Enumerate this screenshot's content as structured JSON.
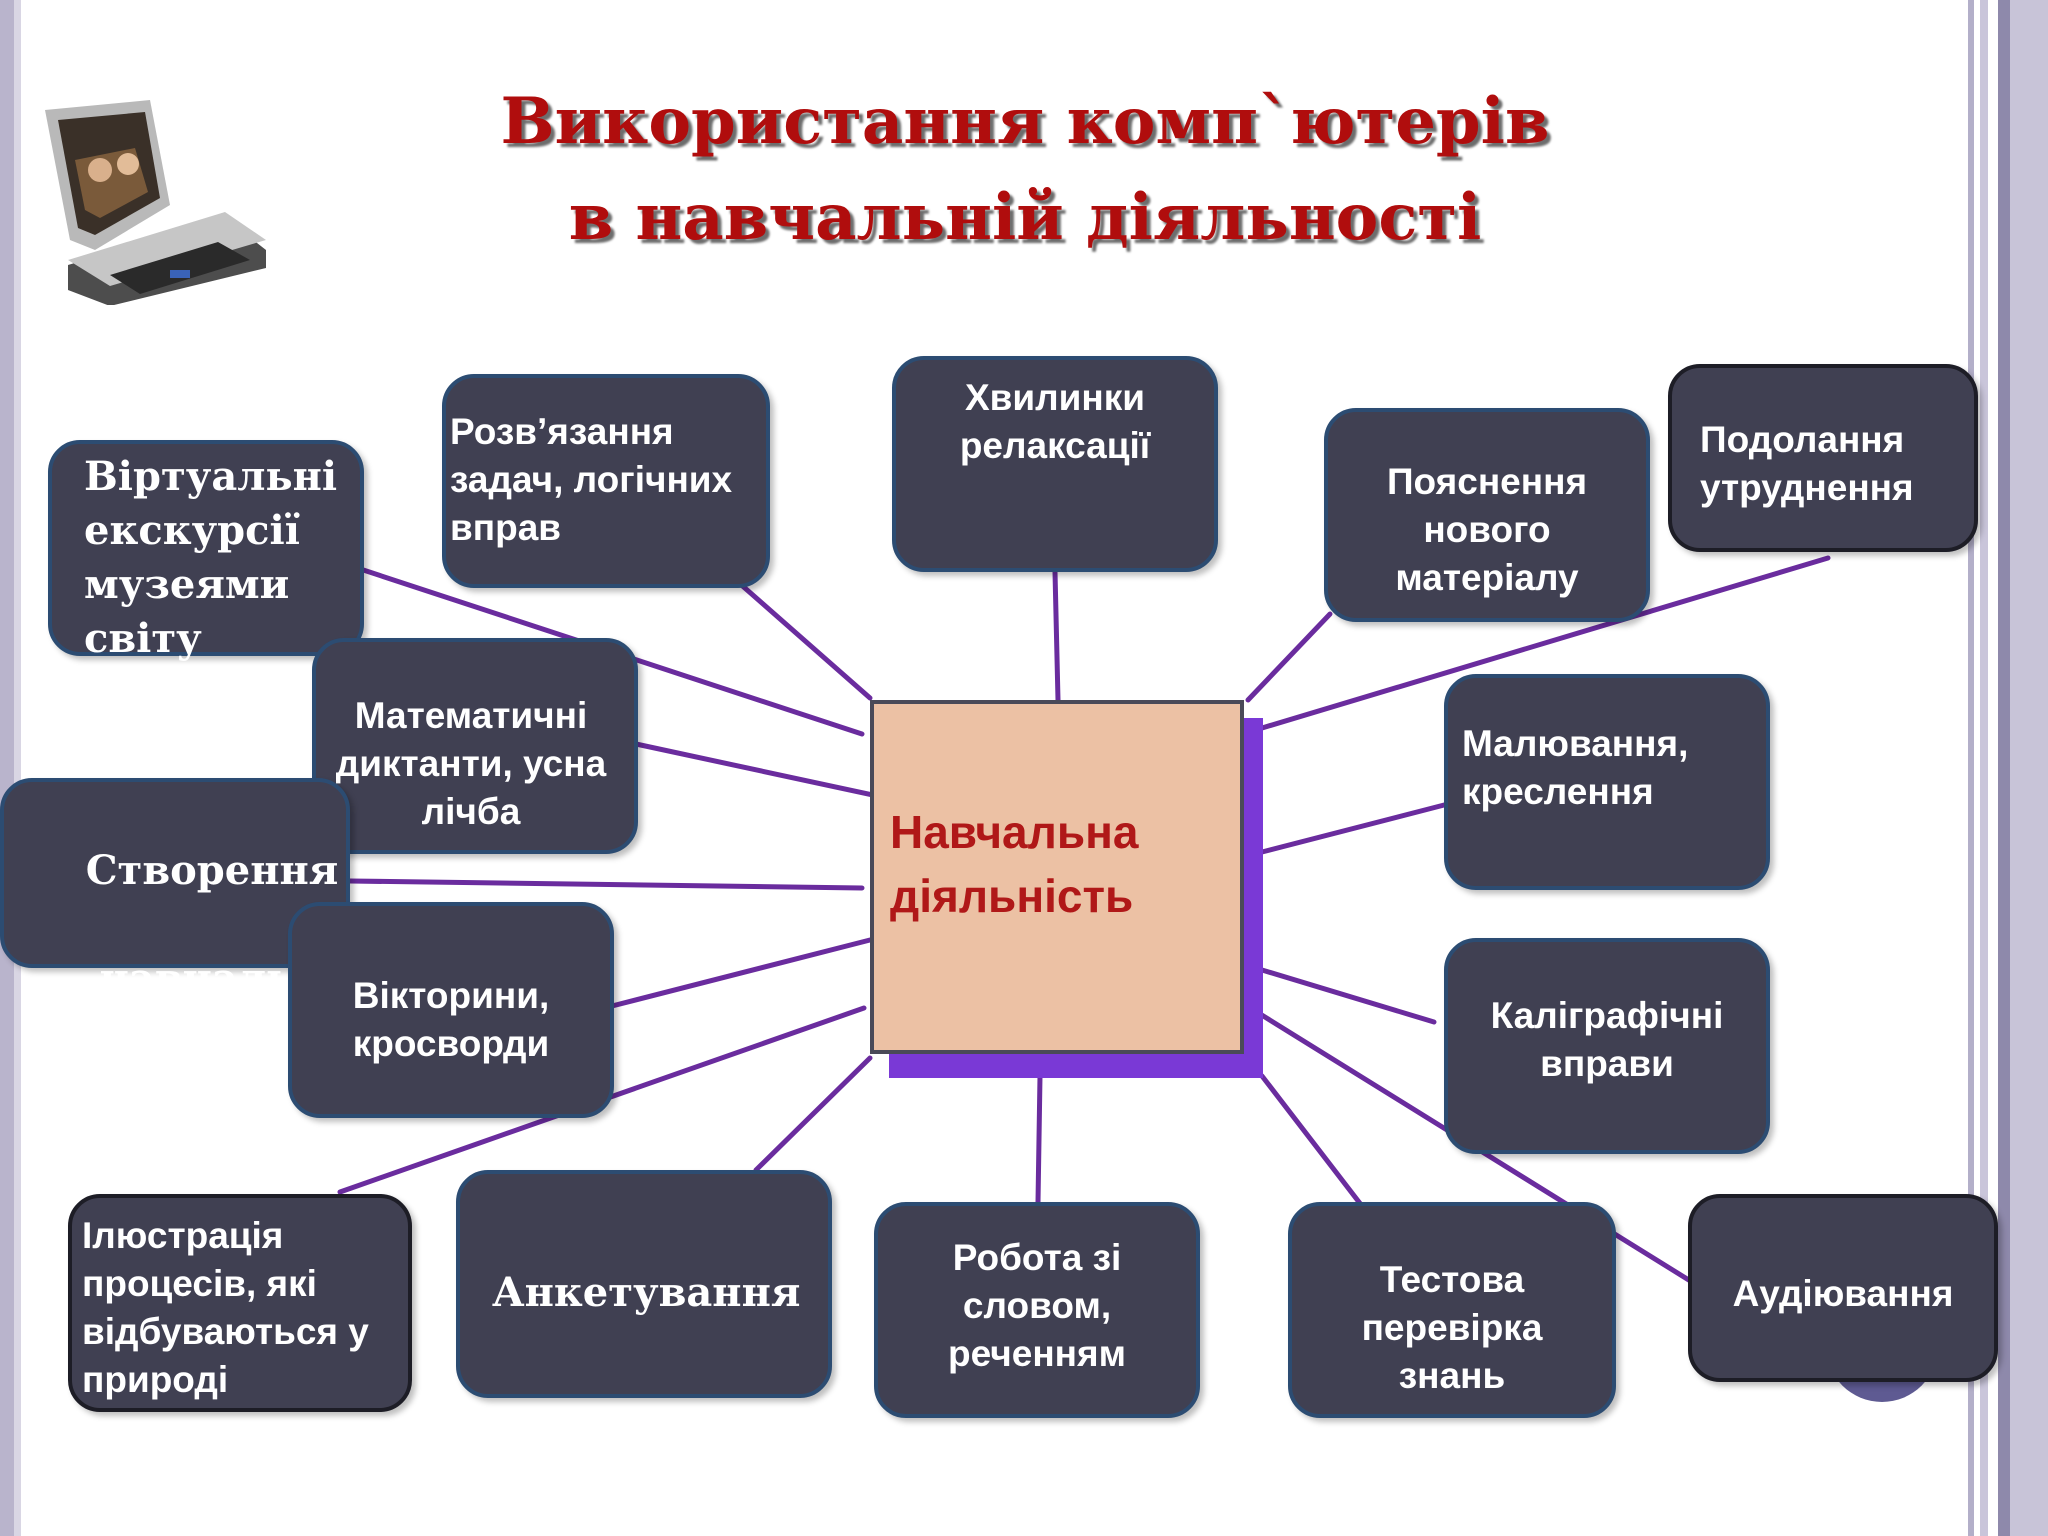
{
  "title": {
    "line1": "Використання комп`ютерів",
    "line2": "в навчальній діяльності"
  },
  "center": {
    "line1": "Навчальна",
    "line2": "діяльність"
  },
  "colors": {
    "node_fill": "#404052",
    "node_border": "#2c4c72",
    "connector": "#6a2c9e",
    "title": "#b00d0d",
    "center_fill": "#ecc1a4",
    "center_text": "#b01818"
  },
  "icons": {
    "laptop": "laptop-icon"
  },
  "nodes": {
    "virtual_tours": [
      "Віртуальні",
      "екскурсії",
      "музеями",
      "світу"
    ],
    "problem_solving": [
      "Розв’язання",
      "задач, логічних",
      "вправ"
    ],
    "relaxation": [
      "Хвилинки",
      "релаксації"
    ],
    "explanation": [
      "Пояснення",
      "нового",
      "матеріалу"
    ],
    "overcoming": [
      "Подолання",
      "утруднення"
    ],
    "math_dictation": [
      "Математичні",
      "диктанти, усна",
      "лічба"
    ],
    "drawing": [
      "Малювання,",
      "креслення"
    ],
    "projects": [
      "Створення",
      " навчальних",
      "проектів"
    ],
    "quizzes": [
      "Вікторини,",
      "кросворди"
    ],
    "calligraphy": [
      "Каліграфічні",
      "вправи"
    ],
    "illustration": [
      "Ілюстрація",
      "процесів, які",
      "відбуваються у",
      "природі"
    ],
    "survey": [
      "Анкетування"
    ],
    "word_work": [
      "Робота зі",
      "словом,",
      "реченням"
    ],
    "testing": [
      "Тестова",
      "перевірка",
      "знань"
    ],
    "listening": [
      "Аудіювання"
    ]
  }
}
